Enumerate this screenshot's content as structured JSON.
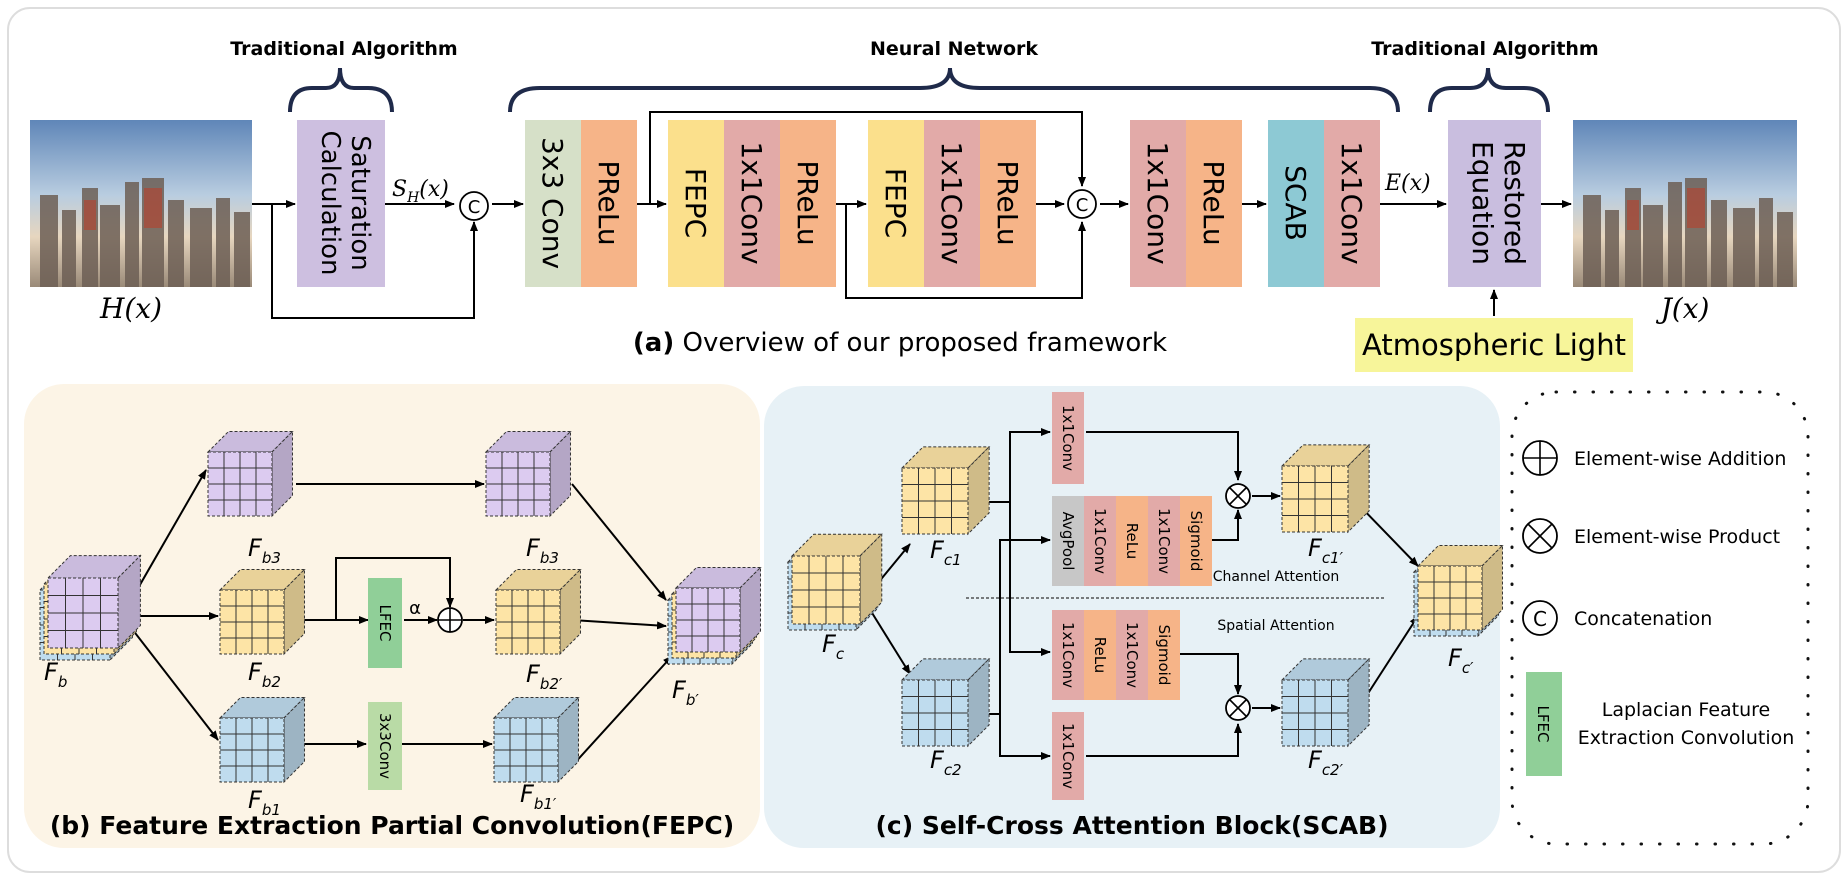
{
  "top": {
    "caption_bold": "(a)",
    "caption_rest": " Overview of our proposed framework",
    "brace_left": "Traditional Algorithm",
    "brace_mid": "Neural Network",
    "brace_right": "Traditional Algorithm",
    "input_label": "H(x)",
    "output_label": "J(x)",
    "sat_label_1": "Saturation",
    "sat_label_2": "Calculation",
    "sh_label": "S",
    "sh_sub": "H",
    "sh_tail": "(x)",
    "ex_label": "E(x)",
    "concat": "C",
    "conv3": "3x3 Conv",
    "prelu": "PReLu",
    "fepc": "FEPC",
    "conv1": "1x1Conv",
    "scab": "SCAB",
    "restored_1": "Restored",
    "restored_2": "Equation",
    "atmospheric": "Atmospheric Light"
  },
  "fepc_panel": {
    "caption": "(b) Feature Extraction Partial Convolution(FEPC)",
    "lfec": "LFEC",
    "conv3": "3x3Conv",
    "alpha": "α",
    "f_b": "F",
    "labels": [
      "b3",
      "b2",
      "b1",
      "b3",
      "b2′",
      "b1′",
      "b",
      "b′"
    ]
  },
  "scab_panel": {
    "caption": "(c) Self-Cross Attention Block(SCAB)",
    "conv1": "1x1Conv",
    "avgpool": "AvgPool",
    "relu": "ReLu",
    "sigmoid": "Sigmoid",
    "channel_attention": "Channel Attention",
    "spatial_attention": "Spatial Attention",
    "labels": [
      "c",
      "c1",
      "c2",
      "c1′",
      "c2′",
      "c′"
    ]
  },
  "legend": {
    "add": "Element-wise Addition",
    "product": "Element-wise Product",
    "concat": "Concatenation",
    "concat_symbol": "C",
    "lfec_symbol": "LFEC",
    "lfec_1": "Laplacian Feature",
    "lfec_2": "Extraction Convolution"
  },
  "colors": {
    "conv3": "#d6e0c8",
    "prelu": "#f6b488",
    "fepc": "#fbe08c",
    "conv1": "#e2aaa8",
    "scab": "#8dc9d4",
    "sat": "#cdbfe0",
    "restored": "#c9bedf",
    "atmospheric": "#f7f59a",
    "lfec": "#90cf98",
    "conv3x3_small": "#b9dba6",
    "fepc_bg": "#fcf4e6",
    "scab_bg": "#e7f1f6",
    "avgpool": "#c7c7c7",
    "cube_purple": "#dccbf0",
    "cube_yellow": "#fde4a6",
    "cube_blue": "#bfdcee"
  }
}
